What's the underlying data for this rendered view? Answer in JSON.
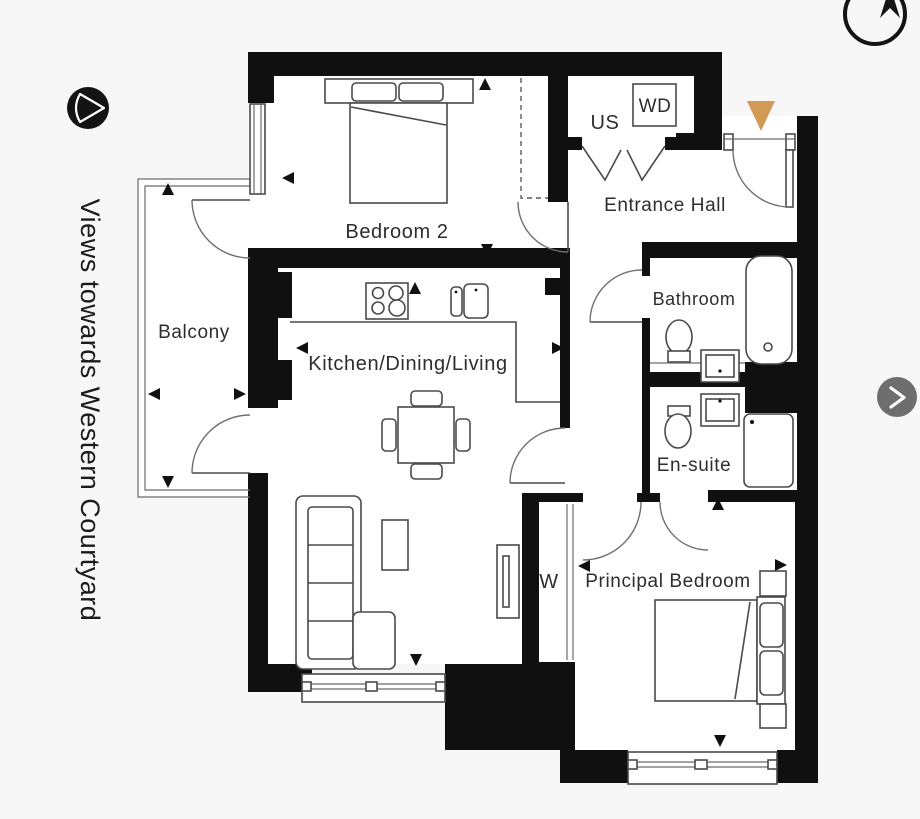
{
  "side_panel": {
    "note": "Views towards Western Courtyard"
  },
  "floorplan": {
    "labels": {
      "bedroom2": "Bedroom 2",
      "entrance_hall": "Entrance Hall",
      "bathroom": "Bathroom",
      "ensuite": "En-suite",
      "principal_bedroom": "Principal Bedroom",
      "kitchen": "Kitchen/Dining/Living",
      "balcony": "Balcony",
      "wardrobe": "W",
      "utility_store": "US",
      "washer_dryer": "WD"
    },
    "markers": {
      "entrance_marker_color": "#d29a55"
    }
  },
  "controls": {
    "next_button_color": "#6e6e6e"
  },
  "colors": {
    "wall": "#101010",
    "background": "#f8f7f7",
    "floor": "#ffffff"
  }
}
